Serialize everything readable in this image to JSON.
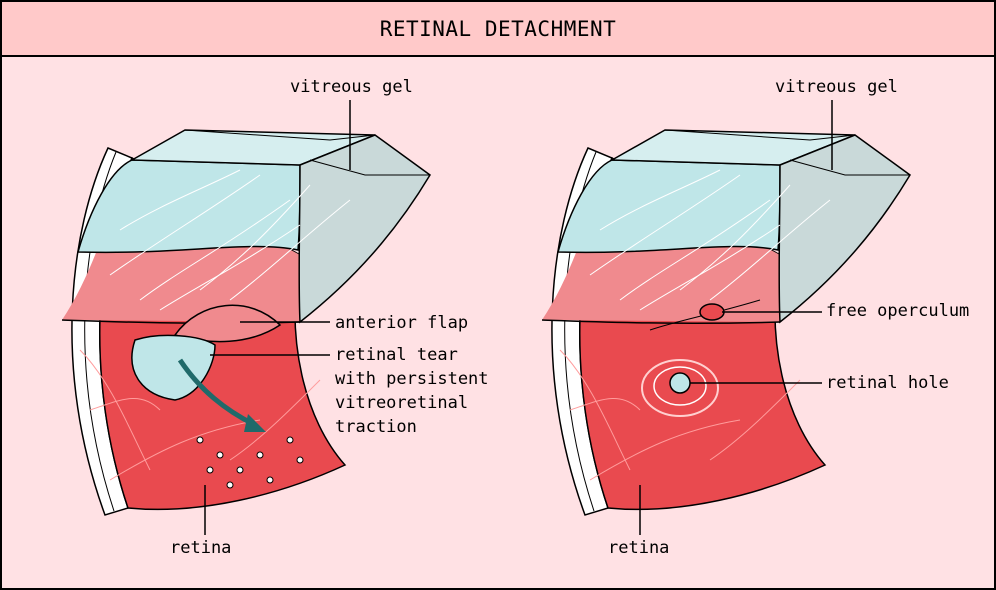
{
  "title": "RETINAL DETACHMENT",
  "colors": {
    "background": "#ffe1e4",
    "title_bar": "#ffc9c9",
    "retina": "#e94a4f",
    "retina_light": "#f08a8e",
    "gel": "#bfe6e8",
    "gel_side": "#c9d9d9",
    "vessel": "#ff9c9c",
    "arrow": "#206a6a"
  },
  "left_panel": {
    "labels": {
      "vitreous_gel": "vitreous gel",
      "anterior_flap": "anterior flap",
      "retinal_tear_line1": "retinal tear",
      "retinal_tear_line2": "with persistent",
      "retinal_tear_line3": "vitreoretinal",
      "retinal_tear_line4": "traction",
      "retina": "retina"
    }
  },
  "right_panel": {
    "labels": {
      "vitreous_gel": "vitreous gel",
      "free_operculum": "free operculum",
      "retinal_hole": "retinal hole",
      "retina": "retina"
    }
  }
}
